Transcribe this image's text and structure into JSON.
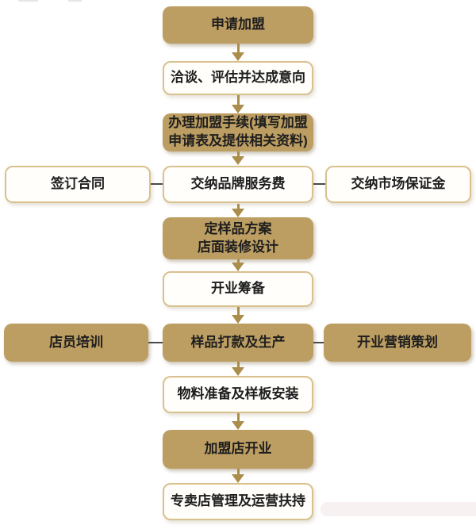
{
  "diagram": {
    "name": "franchise-joining-process-flowchart",
    "colors": {
      "filled_box": "#bd9e62",
      "outline_border": "#d9c18e",
      "outline_bg": "#fffefb",
      "arrow": "#ab8d4b",
      "connector_line": "#4a4a48",
      "text": "#1e1e1e"
    },
    "nodes": [
      {
        "label": "申请加盟",
        "style": "filled"
      },
      {
        "label": "洽谈、评估并达成意向",
        "style": "outline"
      },
      {
        "label": "办理加盟手续(填写加盟\n申请表及提供相关资料)",
        "style": "filled"
      },
      {
        "label": "签订合同",
        "style": "outline"
      },
      {
        "label": "交纳品牌服务费",
        "style": "outline"
      },
      {
        "label": "交纳市场保证金",
        "style": "outline"
      },
      {
        "label": "定样品方案\n店面装修设计",
        "style": "filled"
      },
      {
        "label": "开业筹备",
        "style": "outline"
      },
      {
        "label": "店员培训",
        "style": "filled"
      },
      {
        "label": "样品打款及生产",
        "style": "filled"
      },
      {
        "label": "开业营销策划",
        "style": "filled"
      },
      {
        "label": "物料准备及样板安装",
        "style": "outline"
      },
      {
        "label": "加盟店开业",
        "style": "filled"
      },
      {
        "label": "专卖店管理及运营扶持",
        "style": "outline"
      }
    ],
    "flow_order_note": "top-to-bottom main flow; 签订合同 and 交纳市场保证金 branch beside 交纳品牌服务费; 店员培训 and 开业营销策划 branch beside 样品打款及生产"
  }
}
